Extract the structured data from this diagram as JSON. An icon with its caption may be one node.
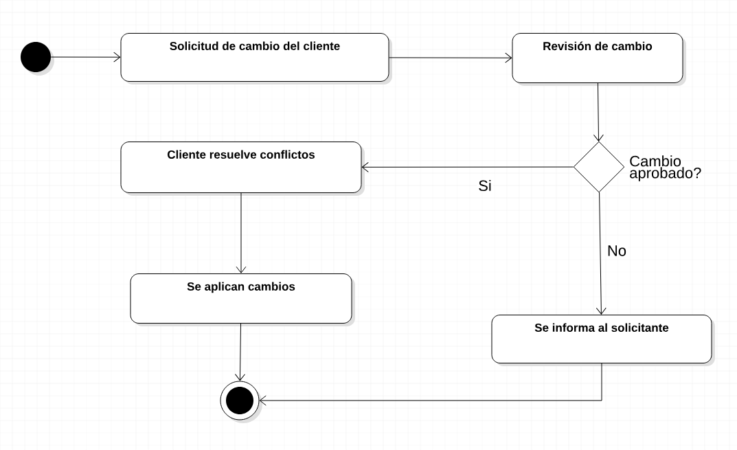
{
  "diagram": {
    "nodes": [
      {
        "text": [],
        "shape": "circle"
      },
      {
        "text": [
          "Solicitud de cambio del cliente"
        ]
      },
      {
        "text": [
          "Revisión de cambio"
        ]
      },
      {
        "text": [],
        "shape": "diamond",
        "beside": [
          "Cambio aprobado?"
        ]
      },
      {
        "text": [
          "Cliente resuelve conflictos"
        ]
      },
      {
        "text": [
          "Se aplican cambios"
        ]
      },
      {
        "text": [
          "Se informa al solicitante"
        ]
      },
      {
        "text": [],
        "shape": "circle"
      }
    ],
    "edges": [
      {
        "from": 0,
        "to": 1,
        "arrow": "to"
      },
      {
        "from": 1,
        "to": 2,
        "arrow": "to"
      },
      {
        "from": 2,
        "to": 3,
        "arrow": "to"
      },
      {
        "from": 3,
        "to": 4,
        "arrow": "to",
        "label": "Si"
      },
      {
        "from": 3,
        "to": 6,
        "arrow": "to",
        "label": "No"
      },
      {
        "from": 4,
        "to": 5,
        "arrow": "to"
      },
      {
        "from": 5,
        "to": 7,
        "arrow": "to"
      },
      {
        "from": 6,
        "to": 7,
        "arrow": "to"
      }
    ]
  }
}
